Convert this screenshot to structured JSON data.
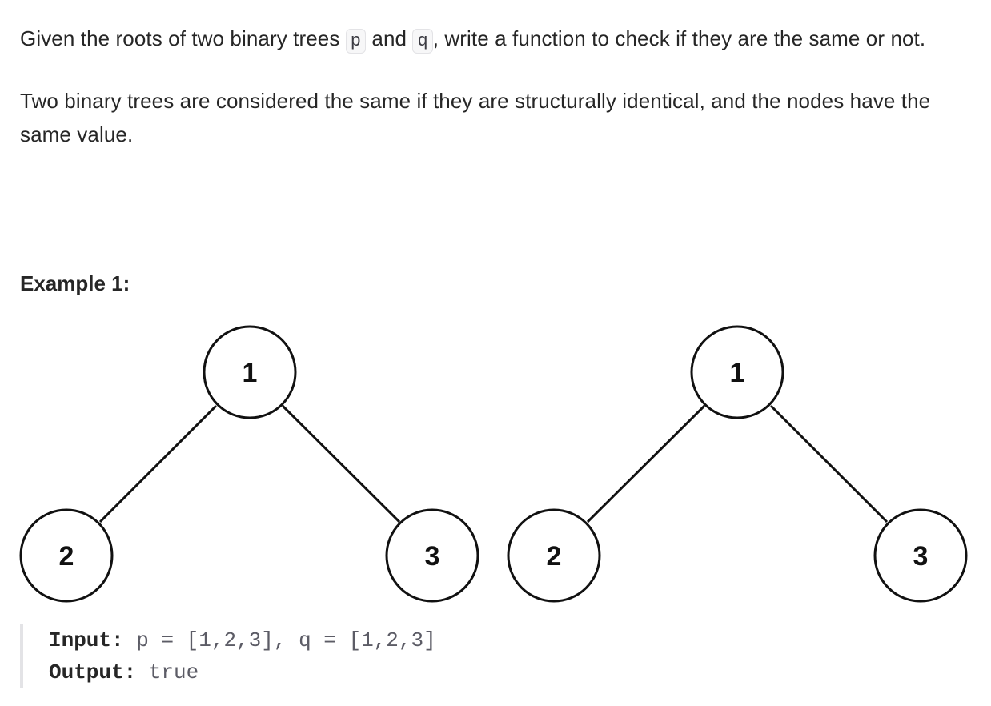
{
  "description": {
    "line1_pre": "Given the roots of two binary trees ",
    "var_p": "p",
    "line1_mid": " and ",
    "var_q": "q",
    "line1_post": ", write a function to check if they are the same or not.",
    "para2": "Two binary trees are considered the same if they are structurally identical, and the nodes have the same value."
  },
  "example": {
    "title": "Example 1:",
    "input_label": "Input:",
    "input_value": "p = [1,2,3], q = [1,2,3]",
    "output_label": "Output:",
    "output_value": "true"
  },
  "trees": {
    "p": {
      "root": "1",
      "left": "2",
      "right": "3"
    },
    "q": {
      "root": "1",
      "left": "2",
      "right": "3"
    }
  }
}
